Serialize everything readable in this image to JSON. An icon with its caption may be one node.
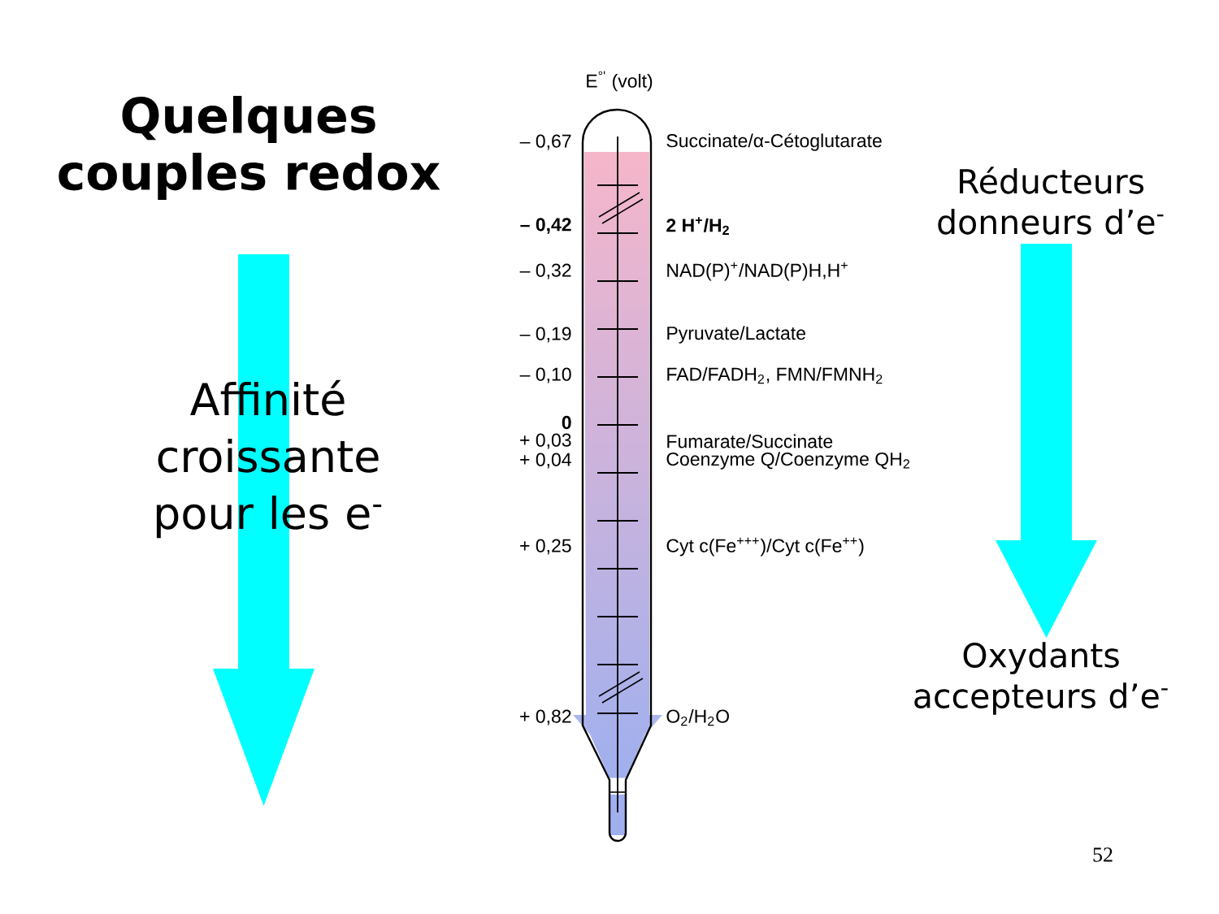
{
  "diagram": {
    "title": "Quelques couples redox",
    "labels": [
      "E$^{°'}$ (volt)",
      "– 0,67",
      "Succinate/α-Cétoglutarate",
      "– 0,42",
      "2 H$^{+}$/H$_{2}$",
      "– 0,32",
      "NAD(P)$^{+}$/NAD(P)H,H$^{+}$",
      "– 0,19",
      "Pyruvate/Lactate",
      "– 0,10",
      "FAD/FADH$_{2}$, FMN/FMNH$_{2}$",
      "0",
      "+ 0,03",
      "Fumarate/Succinate",
      "+ 0,04",
      "Coenzyme Q/Coenzyme QH$_{2}$",
      "+ 0,25",
      "Cyt c(Fe$^{+++}$)/Cyt c(Fe$^{++}$)",
      "+ 0,82",
      "O$_{2}$/H$_{2}$O",
      "Affinité croissante pour les e$^{-}$",
      "Réducteurs donneurs d’e$^{-}$",
      "Oxydants accepteurs d’e$^{-}$",
      "52"
    ]
  }
}
